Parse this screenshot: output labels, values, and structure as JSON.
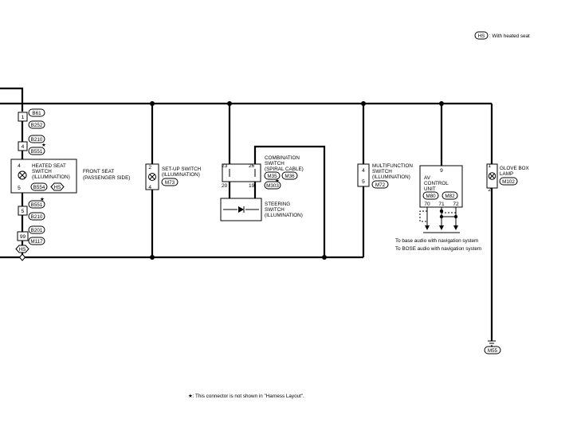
{
  "legend": {
    "badge": "HS",
    "text": ": With heated seat"
  },
  "footnote": "★: This connector is not shown in \"Harness Layout\".",
  "heated_seat": {
    "connectors": [
      "B61",
      "B252",
      "B210",
      "B551",
      "B554",
      "B551",
      "B210",
      "B201",
      "M117"
    ],
    "pins": [
      "1",
      "4",
      "4",
      "5",
      "5",
      "99"
    ],
    "switch_label": [
      "HEATED SEAT",
      "SWITCH",
      "(ILLUMINATION)"
    ],
    "seat_label": [
      "FRONT SEAT",
      "(PASSENGER SIDE)"
    ],
    "badge": "HS",
    "star": "★"
  },
  "setup_switch": {
    "label": [
      "SET-UP SWITCH",
      "(ILLUMINATION)"
    ],
    "pins": [
      "2",
      "4"
    ],
    "connector": "M73"
  },
  "combination_switch": {
    "label": [
      "COMBINATION",
      "SWITCH",
      "(SPIRAL CABLE)"
    ],
    "pins": [
      "23",
      "26",
      "20",
      "19"
    ],
    "connectors": [
      "M35",
      "M36",
      "M303"
    ],
    "star": "★"
  },
  "steering_switch": {
    "label": [
      "STEERING",
      "SWITCH",
      "(ILLUMINATION)"
    ]
  },
  "multifunction_switch": {
    "label": [
      "MULTIFUNCTION",
      "SWITCH",
      "(ILLUMINATION)"
    ],
    "pins": [
      "4",
      "5"
    ],
    "connector": "M72"
  },
  "av_control_unit": {
    "label": [
      "AV",
      "CONTROL",
      "UNIT"
    ],
    "pins": [
      "9",
      "70",
      "71",
      "72"
    ],
    "connectors": [
      "M80",
      "M82"
    ],
    "notes": [
      "To base audio with navigation system",
      "To BOSE audio with navigation system"
    ]
  },
  "glove_box_lamp": {
    "label": [
      "GLOVE BOX",
      "LAMP"
    ],
    "pins": [
      "1",
      "2"
    ],
    "connector": "M102"
  },
  "ground_connector": "M55"
}
